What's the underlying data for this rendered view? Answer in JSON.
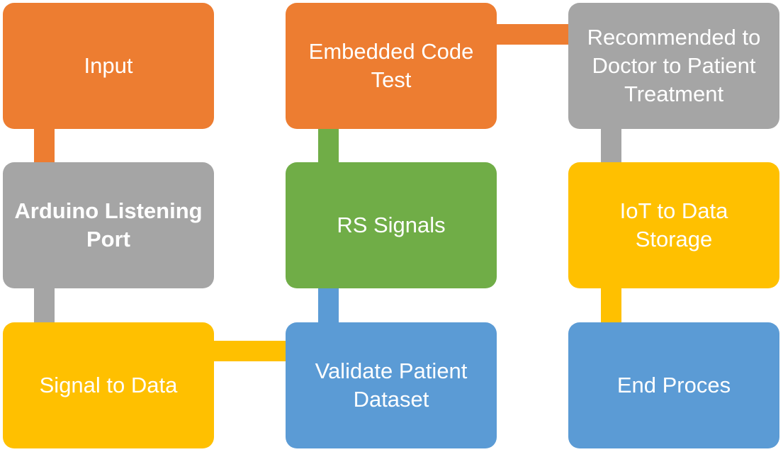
{
  "colors": {
    "orange": "#ED7D31",
    "gray": "#A5A5A5",
    "yellow": "#FFC000",
    "green": "#70AD47",
    "blue": "#5B9BD5"
  },
  "boxes": [
    {
      "id": "b-input",
      "name": "input-box",
      "label": "Input",
      "color": "#ED7D31",
      "bold": false
    },
    {
      "id": "b-arduino",
      "name": "arduino-listening-port-box",
      "label": "Arduino Listening\nPort",
      "color": "#A5A5A5",
      "bold": true
    },
    {
      "id": "b-signal",
      "name": "signal-to-data-box",
      "label": "Signal to Data",
      "color": "#FFC000",
      "bold": false
    },
    {
      "id": "b-validate",
      "name": "validate-patient-dataset-box",
      "label": "Validate Patient\nDataset",
      "color": "#5B9BD5",
      "bold": false
    },
    {
      "id": "b-rs",
      "name": "rs-signals-box",
      "label": "RS Signals",
      "color": "#70AD47",
      "bold": false
    },
    {
      "id": "b-embedded",
      "name": "embedded-code-test-box",
      "label": "Embedded Code\nTest",
      "color": "#ED7D31",
      "bold": false
    },
    {
      "id": "b-recommend",
      "name": "recommended-to-doctor-box",
      "label": "Recommended to\nDoctor to Patient\nTreatment",
      "color": "#A5A5A5",
      "bold": false
    },
    {
      "id": "b-iot",
      "name": "iot-to-data-storage-box",
      "label": "IoT to Data\nStorage",
      "color": "#FFC000",
      "bold": false
    },
    {
      "id": "b-end",
      "name": "end-process-box",
      "label": "End Proces",
      "color": "#5B9BD5",
      "bold": false
    }
  ],
  "connectors": [
    {
      "id": "c1",
      "from": "Input",
      "to": "Arduino Listening Port",
      "color": "#ED7D31"
    },
    {
      "id": "c2",
      "from": "Arduino Listening Port",
      "to": "Signal to Data",
      "color": "#A5A5A5"
    },
    {
      "id": "c3",
      "from": "Signal to Data",
      "to": "Validate Patient Dataset",
      "color": "#FFC000"
    },
    {
      "id": "c4",
      "from": "Validate Patient Dataset",
      "to": "RS Signals",
      "color": "#5B9BD5"
    },
    {
      "id": "c5",
      "from": "RS Signals",
      "to": "Embedded Code Test",
      "color": "#70AD47"
    },
    {
      "id": "c6",
      "from": "Embedded Code Test",
      "to": "Recommended to Doctor to Patient Treatment",
      "color": "#ED7D31"
    },
    {
      "id": "c7",
      "from": "Recommended to Doctor to Patient Treatment",
      "to": "IoT to Data Storage",
      "color": "#A5A5A5"
    },
    {
      "id": "c8",
      "from": "IoT to Data Storage",
      "to": "End Proces",
      "color": "#FFC000"
    }
  ]
}
